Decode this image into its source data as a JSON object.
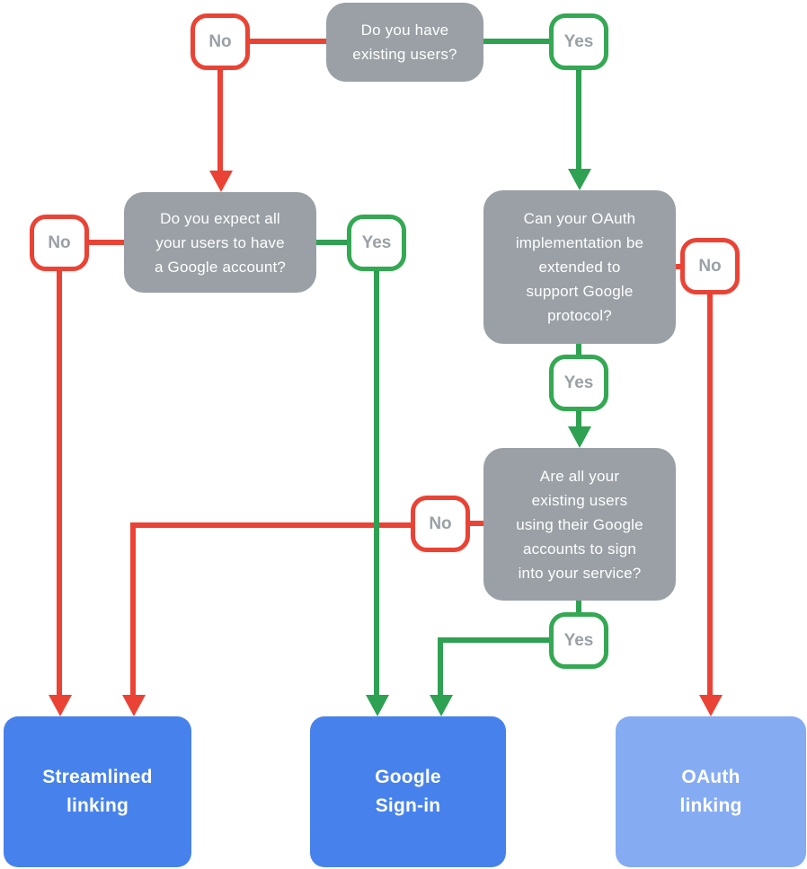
{
  "colors": {
    "line_red": "#EA4335",
    "line_green": "#2FA152",
    "badge_border_red": "#EA4335",
    "badge_border_green": "#34A853",
    "question_box_gray": "#9AA0A6",
    "outcome_blue": "#4782EC",
    "outcome_light_blue": "#85ACF2",
    "badge_text_gray": "#9AA0A6",
    "box_text_white": "#FFFFFF"
  },
  "questions": {
    "q1": {
      "text": "Do you have\nexisting users?",
      "no_label": "No",
      "yes_label": "Yes"
    },
    "q2": {
      "text": "Do you expect all\nyour users to have\na Google account?",
      "no_label": "No",
      "yes_label": "Yes"
    },
    "q3": {
      "text": "Can your OAuth\nimplementation be\nextended to\nsupport Google\nprotocol?",
      "no_label": "No",
      "yes_label": "Yes"
    },
    "q4": {
      "text": "Are all your\nexisting users\nusing their Google\naccounts to sign\ninto your service?",
      "no_label": "No",
      "yes_label": "Yes"
    }
  },
  "outcomes": {
    "streamlined": {
      "label": "Streamlined\nlinking"
    },
    "google_signin": {
      "label": "Google\nSign-in"
    },
    "oauth_linking": {
      "label": "OAuth\nlinking"
    }
  }
}
